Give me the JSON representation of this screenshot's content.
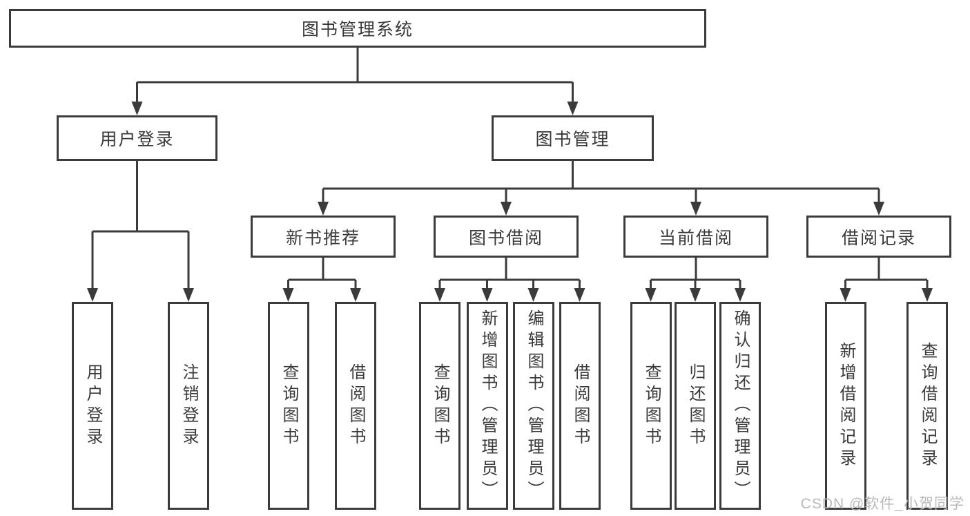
{
  "colors": {
    "line": "#3b3b3b",
    "node_border": "#3b3b3b",
    "node_text": "#3a3a3a",
    "background": "#ffffff",
    "watermark": "#b9b9b9"
  },
  "tree": {
    "root": {
      "label": "图书管理系统"
    },
    "branches": [
      {
        "label": "用户登录",
        "leaves": [
          {
            "label": "用户登录"
          },
          {
            "label": "注销登录"
          }
        ]
      },
      {
        "label": "图书管理",
        "children": [
          {
            "label": "新书推荐",
            "leaves": [
              {
                "label": "查询图书"
              },
              {
                "label": "借阅图书"
              }
            ]
          },
          {
            "label": "图书借阅",
            "leaves": [
              {
                "label": "查询图书"
              },
              {
                "label": "新增图书（管理员）"
              },
              {
                "label": "编辑图书（管理员）"
              },
              {
                "label": "借阅图书"
              }
            ]
          },
          {
            "label": "当前借阅",
            "leaves": [
              {
                "label": "查询图书"
              },
              {
                "label": "归还图书"
              },
              {
                "label": "确认归还（管理员）"
              }
            ]
          },
          {
            "label": "借阅记录",
            "leaves": [
              {
                "label": "新增借阅记录"
              },
              {
                "label": "查询借阅记录"
              }
            ]
          }
        ]
      }
    ]
  },
  "watermark": {
    "text": "CSDN @软件_小贺同学"
  }
}
